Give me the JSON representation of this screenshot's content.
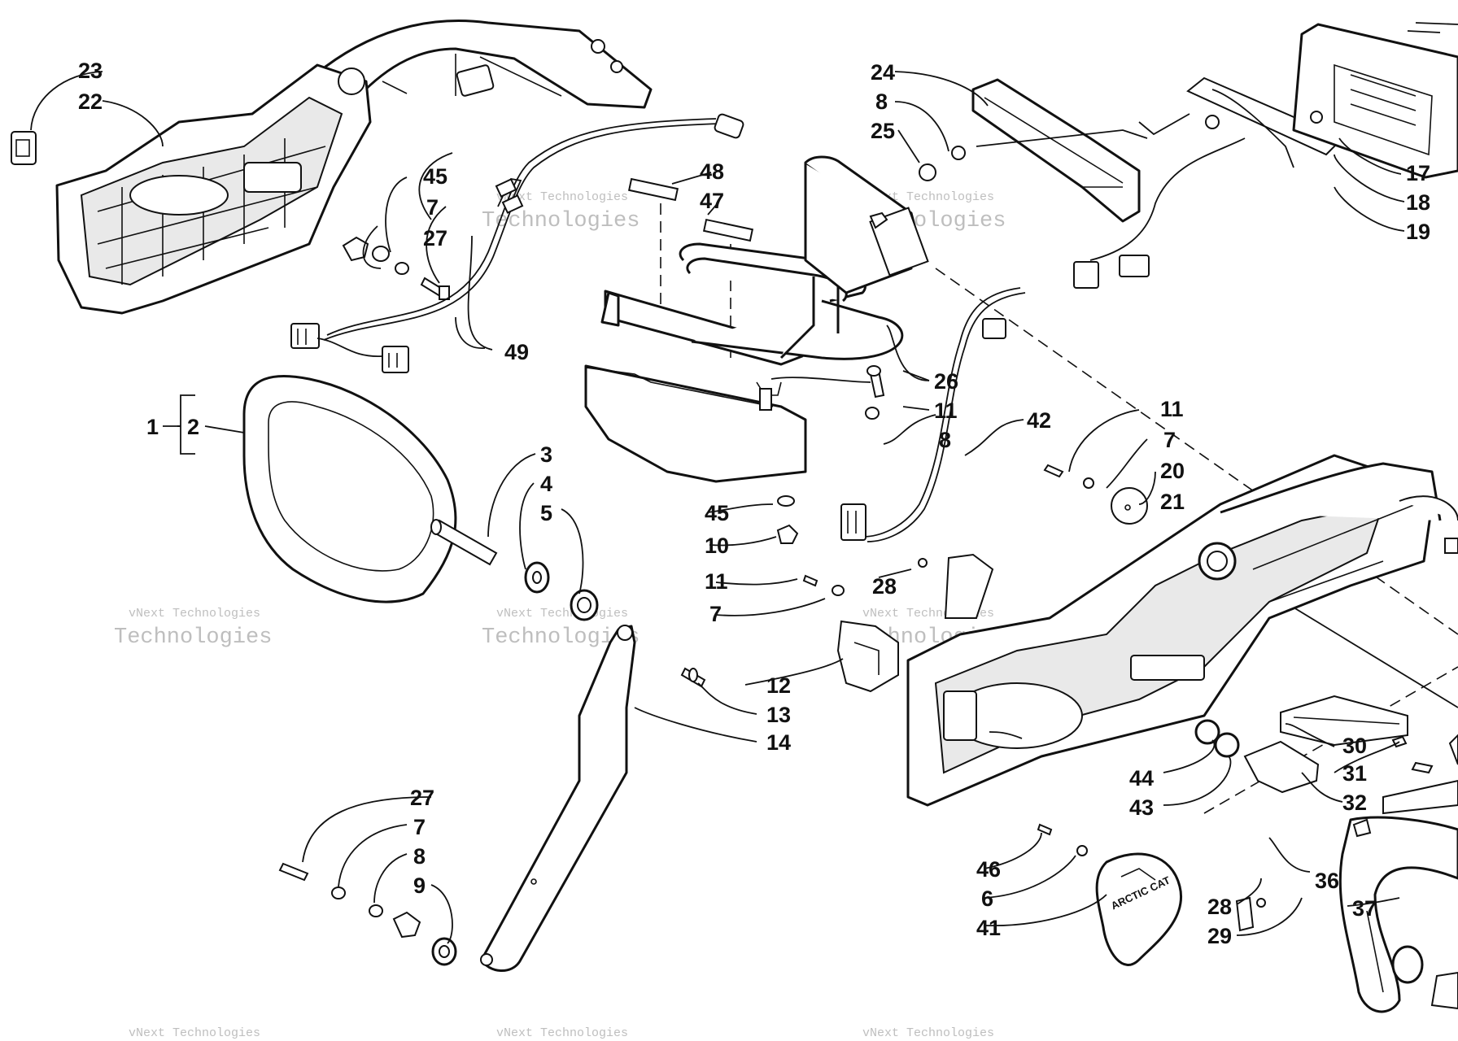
{
  "watermark": {
    "line1": "vNext Technologies",
    "line2": "Technologies"
  },
  "logo": {
    "text": "ARCTIC CAT"
  },
  "callouts": {
    "c1": "1",
    "c2": "2",
    "c3": "3",
    "c4": "4",
    "c5": "5",
    "c6": "6",
    "c7a": "7",
    "c7b": "7",
    "c7c": "7",
    "c7d": "7",
    "c8a": "8",
    "c8b": "8",
    "c8c": "8",
    "c9": "9",
    "c10": "10",
    "c11a": "11",
    "c11b": "11",
    "c11c": "11",
    "c12": "12",
    "c13": "13",
    "c14": "14",
    "c17": "17",
    "c18": "18",
    "c19": "19",
    "c20": "20",
    "c21": "21",
    "c22": "22",
    "c23": "23",
    "c24": "24",
    "c25": "25",
    "c26": "26",
    "c27a": "27",
    "c27b": "27",
    "c28a": "28",
    "c28b": "28",
    "c29": "29",
    "c30": "30",
    "c31": "31",
    "c32": "32",
    "c36": "36",
    "c37": "37",
    "c41": "41",
    "c42": "42",
    "c43": "43",
    "c44": "44",
    "c45a": "45",
    "c45b": "45",
    "c46": "46",
    "c47": "47",
    "c48": "48",
    "c49": "49"
  }
}
